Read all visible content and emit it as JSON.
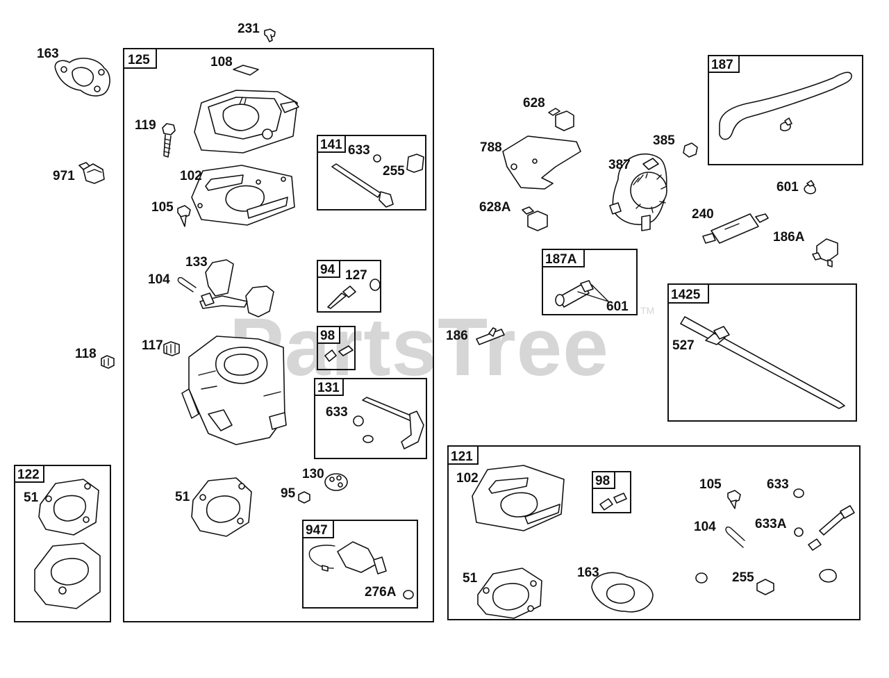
{
  "watermark": {
    "brand": "PartsTree",
    "trademark": "TM"
  },
  "groups": [
    {
      "id": "125"
    },
    {
      "id": "141"
    },
    {
      "id": "94"
    },
    {
      "id": "98"
    },
    {
      "id": "131"
    },
    {
      "id": "947"
    },
    {
      "id": "122"
    },
    {
      "id": "187"
    },
    {
      "id": "187A"
    },
    {
      "id": "1425"
    },
    {
      "id": "121"
    },
    {
      "id": "98b",
      "text": "98"
    }
  ],
  "callouts": [
    "231",
    "163",
    "108",
    "119",
    "971",
    "102",
    "105",
    "133",
    "104",
    "118",
    "117",
    "51",
    "95",
    "130",
    "276A",
    "141",
    "633",
    "255",
    "94",
    "127",
    "98",
    "131",
    "633",
    "125",
    "628",
    "788",
    "385",
    "387",
    "601",
    "628A",
    "240",
    "186A",
    "187A",
    "601",
    "186",
    "1425",
    "527",
    "121",
    "102",
    "98",
    "105",
    "633",
    "104",
    "633A",
    "51",
    "163",
    "255",
    "122",
    "51",
    "947",
    "187"
  ]
}
